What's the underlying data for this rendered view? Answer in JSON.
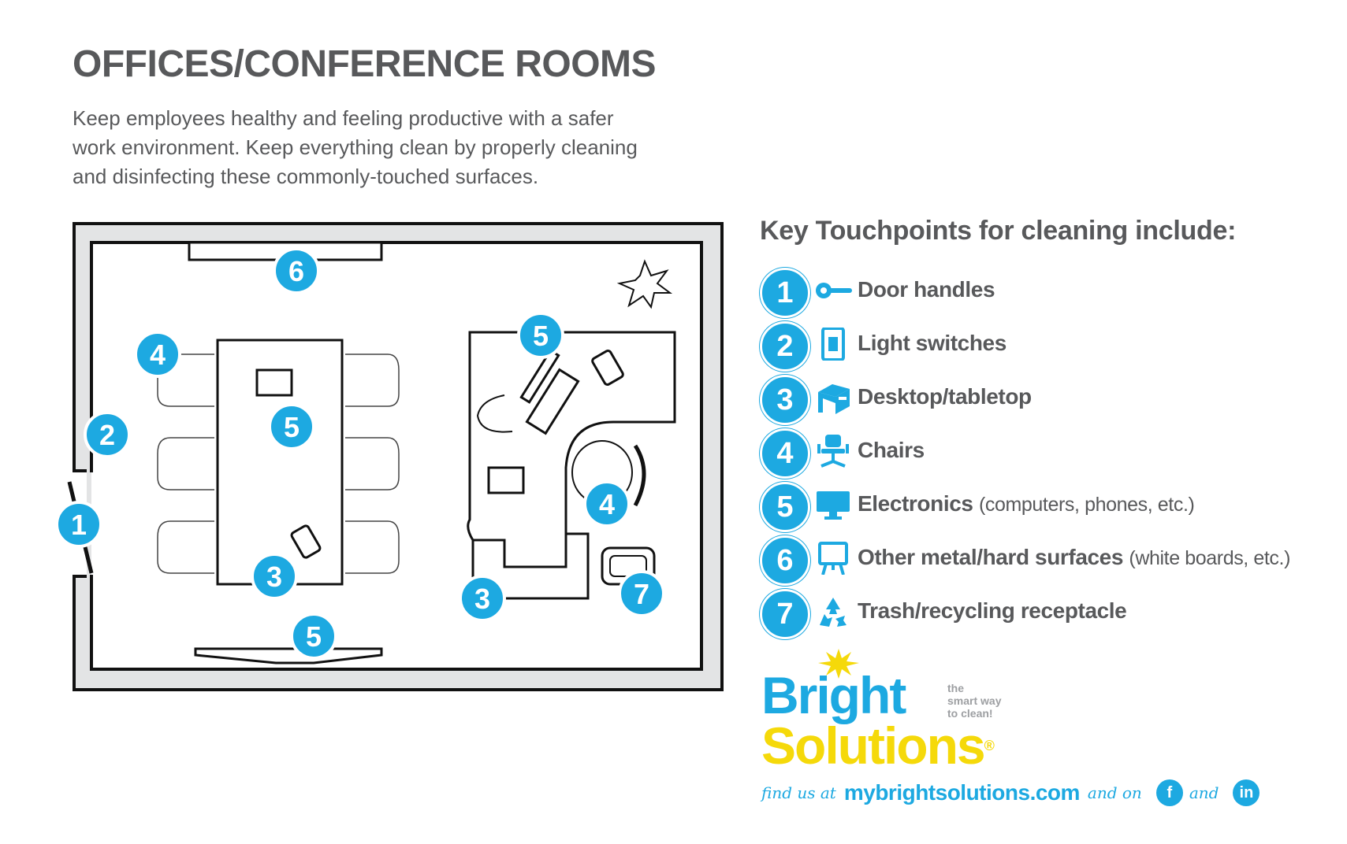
{
  "title": "OFFICES/CONFERENCE ROOMS",
  "intro": [
    "Keep employees healthy and feeling productive with a safer",
    "work environment. Keep everything clean by properly cleaning",
    "and disinfecting these commonly-touched surfaces."
  ],
  "diagram": {
    "markers": [
      "1",
      "2",
      "3",
      "4",
      "5",
      "6",
      "7"
    ]
  },
  "key": {
    "title": "Key Touchpoints for cleaning include:",
    "items": [
      {
        "num": "1",
        "icon": "door-handle-icon",
        "label": "Door handles",
        "note": ""
      },
      {
        "num": "2",
        "icon": "light-switch-icon",
        "label": "Light switches",
        "note": ""
      },
      {
        "num": "3",
        "icon": "desk-icon",
        "label": "Desktop/tabletop",
        "note": ""
      },
      {
        "num": "4",
        "icon": "chair-icon",
        "label": "Chairs",
        "note": ""
      },
      {
        "num": "5",
        "icon": "monitor-icon",
        "label": "Electronics",
        "note": "(computers, phones, etc.)"
      },
      {
        "num": "6",
        "icon": "whiteboard-icon",
        "label": "Other metal/hard surfaces",
        "note": "(white boards, etc.)"
      },
      {
        "num": "7",
        "icon": "recycle-icon",
        "label": "Trash/recycling receptacle",
        "note": ""
      }
    ]
  },
  "logo": {
    "brand_top": "Bright",
    "brand_bottom": "Solutions",
    "registered": "®",
    "tagline": [
      "the",
      "smart way",
      "to clean!"
    ]
  },
  "footer": {
    "find_us": "find us at",
    "site": "mybrightsolutions.com",
    "and_on": "and on",
    "and": "and",
    "facebook": "f",
    "linkedin": "in"
  },
  "colors": {
    "accent_blue": "#1da9e1",
    "brand_yellow": "#f5d90a",
    "text_gray": "#58595b",
    "wall_gray": "#e3e4e5"
  }
}
